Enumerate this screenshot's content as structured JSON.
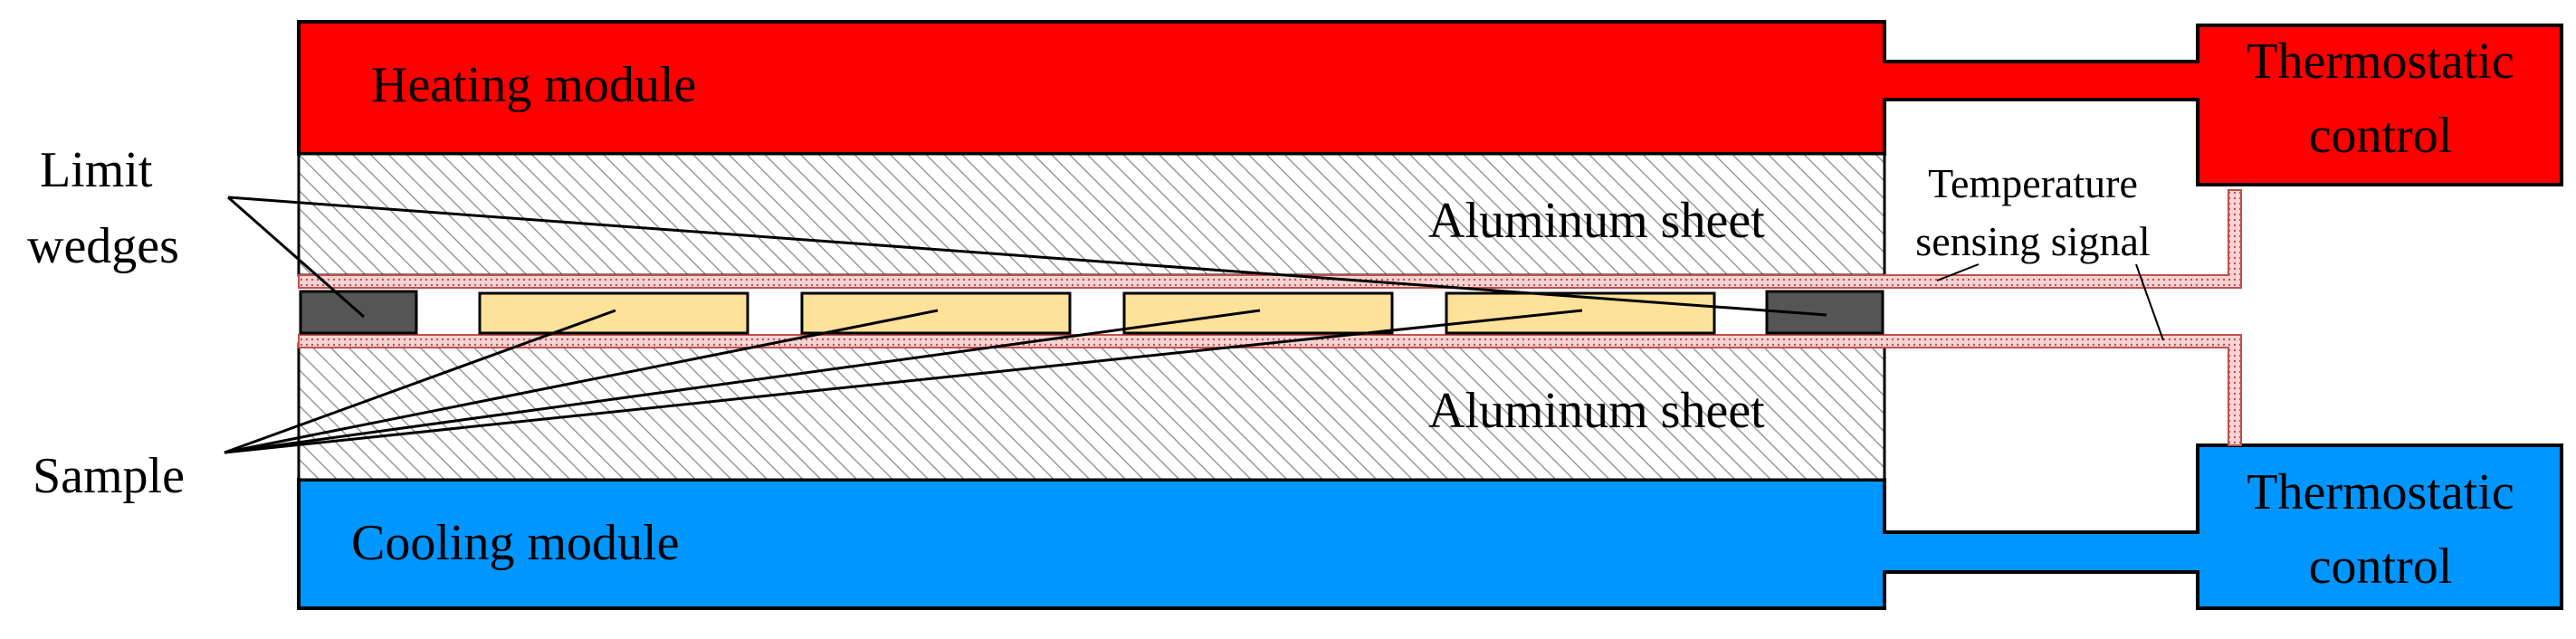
{
  "labels": {
    "heating_module": "Heating module",
    "cooling_module": "Cooling module",
    "aluminum_top": "Aluminum sheet",
    "aluminum_bottom": "Aluminum sheet",
    "limit_wedges_line1": "Limit",
    "limit_wedges_line2": "wedges",
    "sample": "Sample",
    "thermo_top_line1": "Thermostatic",
    "thermo_top_line2": "control",
    "thermo_bottom_line1": "Thermostatic",
    "thermo_bottom_line2": "control",
    "sensing_line1": "Temperature",
    "sensing_line2": "sensing signal"
  },
  "colors": {
    "heating": "#ff0000",
    "cooling": "#0096ff",
    "sample_fill": "#ffe29a",
    "wedge_fill": "#555555",
    "hatch_line": "#9a9a9a",
    "sensor_fill": "#f3c9c9",
    "sensor_stroke": "#c0504d"
  }
}
